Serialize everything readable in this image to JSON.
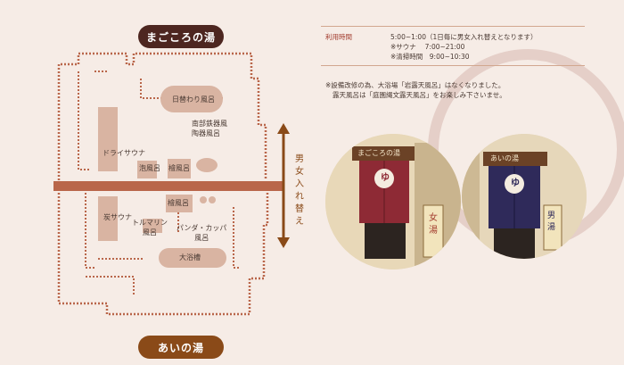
{
  "labels": {
    "top_bath": "まごころの湯",
    "bottom_bath": "あいの湯",
    "swap": "男女入れ替え"
  },
  "rooms": {
    "higawari": "日替わり風呂",
    "nanbu": "南部鉄器風\n陶器風呂",
    "dry_sauna": "ドライサウナ",
    "awa": "泡風呂",
    "hinoki_top": "檜風呂",
    "hinoki_bottom": "檜風呂",
    "sumi_sauna": "炭サウナ",
    "tourmaline": "トルマリン\n風呂",
    "panda": "パンダ・カッパ\n風呂",
    "daiyokusou": "大浴槽"
  },
  "info": {
    "label": "利用時間",
    "time1": "5:00~1:00（1日毎に男女入れ替えとなります）",
    "time2": "※サウナ　 7:00~21:00",
    "time3": "※清掃時間　9:00~10:30"
  },
  "notes": {
    "line1": "※設備改修の為、大浴場「岩露天風呂」はなくなりました。",
    "line2": "露天風呂は「庭園縄文露天風呂」をお楽しみ下さいませ。"
  },
  "photos": {
    "left_sign": "まごころの湯",
    "left_side": "女湯",
    "left_noren": "ゆ",
    "right_sign": "あいの湯",
    "right_side": "男湯",
    "right_noren": "ゆ"
  },
  "colors": {
    "bg": "#f6ece6",
    "wall": "#b9664a",
    "accent_dark": "#4d2620",
    "accent_brown": "#8a4a18",
    "label_red": "#a23c2e"
  }
}
